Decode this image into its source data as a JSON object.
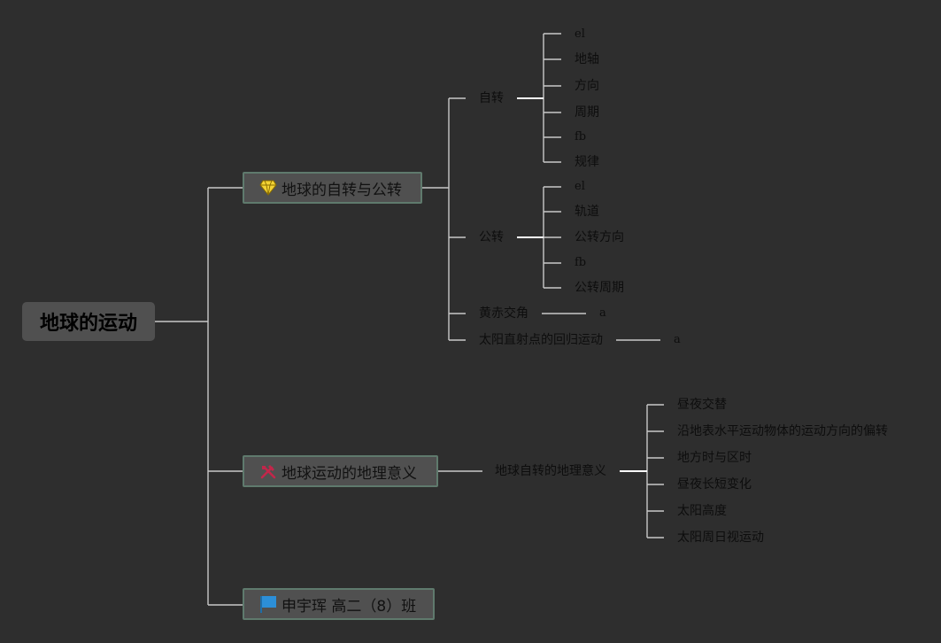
{
  "root": {
    "label": "地球的运动"
  },
  "main_topics": [
    {
      "label": "地球的自转与公转",
      "icon": "gem-icon"
    },
    {
      "label": "地球运动的地理意义",
      "icon": "tools-icon"
    },
    {
      "label": "申宇珲 高二（8）班",
      "icon": "flag-icon"
    }
  ],
  "rotation": {
    "label": "自转",
    "children": [
      "el",
      "地轴",
      "方向",
      "周期",
      "fb",
      "规律"
    ]
  },
  "revolution": {
    "label": "公转",
    "children": [
      "el",
      "轨道",
      "公转方向",
      "fb",
      "公转周期"
    ]
  },
  "obliquity": {
    "label": "黄赤交角",
    "child": "a"
  },
  "subsolar": {
    "label": "太阳直射点的回归运动",
    "child": "a"
  },
  "significance": {
    "label": "地球自转的地理意义",
    "children": [
      "昼夜交替",
      "沿地表水平运动物体的运动方向的偏转",
      "地方时与区时",
      "昼夜长短变化",
      "太阳高度",
      "太阳周日视运动"
    ]
  },
  "colors": {
    "background": "#2e2e2e",
    "connector": "#c8c8c8",
    "node_fill": "#505050",
    "node_border": "#5f7a6d",
    "gem": "#f2d335",
    "tools": "#c2264a",
    "flag": "#2c8fd8"
  }
}
